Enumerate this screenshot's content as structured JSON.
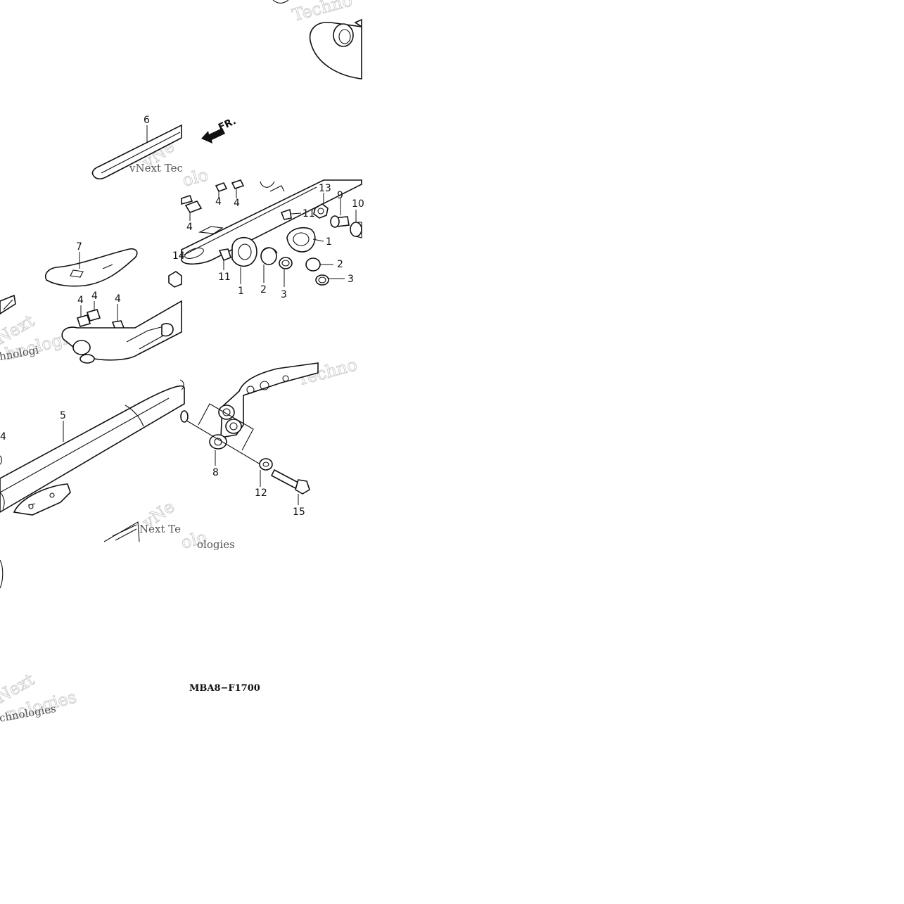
{
  "diagram": {
    "part_labels": {
      "l1a": "1",
      "l1b": "1",
      "l2a": "2",
      "l2b": "2",
      "l3a": "3",
      "l3b": "3",
      "l4a": "4",
      "l4b": "4",
      "l4c": "4",
      "l4d": "4",
      "l4e": "4",
      "l4f": "4",
      "l4g": "4",
      "l5": "5",
      "l6": "6",
      "l7": "7",
      "l8": "8",
      "l9": "9",
      "l10": "10",
      "l11a": "11",
      "l11b": "11",
      "l12": "12",
      "l13": "13",
      "l14": "14",
      "l15": "15"
    },
    "front_marker": "FR.",
    "diagram_code": "MBA8−F1700"
  },
  "colors": {
    "ink": "#111111",
    "watermark": "#d0d0d0",
    "background": "#ffffff"
  }
}
